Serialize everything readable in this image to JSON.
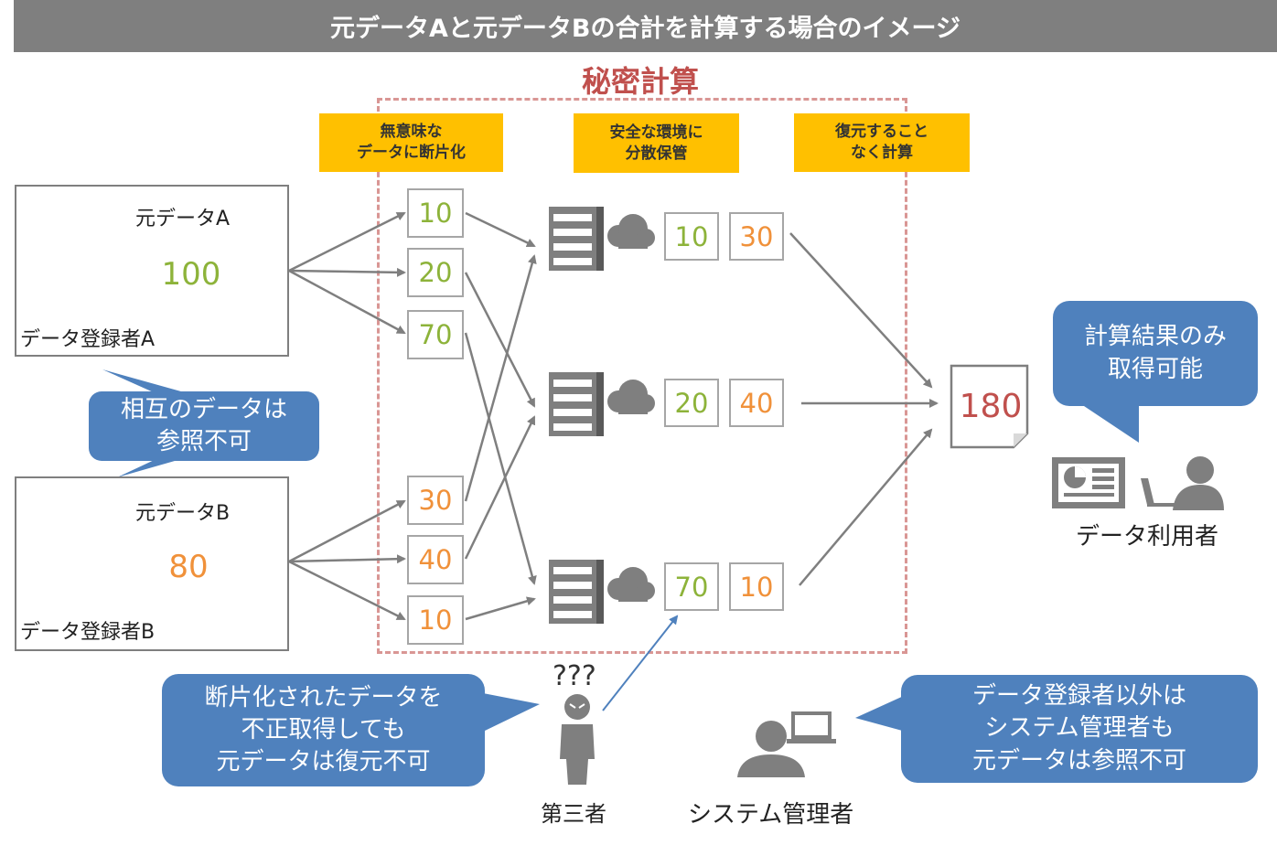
{
  "title": "元データAと元データBの合計を計算する場合のイメージ",
  "secure_label": "秘密計算",
  "steps": [
    "無意味な\nデータに断片化",
    "安全な環境に\n分散保管",
    "復元すること\nなく計算"
  ],
  "source_a": {
    "doc_label": "元データA",
    "value": "100",
    "owner": "データ登録者A"
  },
  "source_b": {
    "doc_label": "元データB",
    "value": "80",
    "owner": "データ登録者B"
  },
  "fragments_a": [
    "10",
    "20",
    "70"
  ],
  "fragments_b": [
    "30",
    "40",
    "10"
  ],
  "servers": [
    {
      "a": "10",
      "b": "30"
    },
    {
      "a": "20",
      "b": "40"
    },
    {
      "a": "70",
      "b": "10"
    }
  ],
  "result": {
    "value": "180",
    "user_label": "データ利用者"
  },
  "bubbles": {
    "mutual": "相互のデータは\n参照不可",
    "result_only": "計算結果のみ\n取得可能",
    "third_party": "断片化されたデータを\n不正取得しても\n元データは復元不可",
    "admin": "データ登録者以外は\nシステム管理者も\n元データは参照不可"
  },
  "third_party": {
    "marks": "???",
    "label": "第三者"
  },
  "admin_label": "システム管理者",
  "colors": {
    "green": "#8db33a",
    "orange": "#f0913a",
    "red": "#c0504d",
    "bubble": "#4f81bd",
    "yellow": "#ffc000",
    "gray": "#7f7f7f"
  },
  "icons": [
    "building-icon",
    "document-icon",
    "server-icon",
    "cloud-icon",
    "presentation-board-icon",
    "person-laptop-icon",
    "hooded-person-icon"
  ]
}
